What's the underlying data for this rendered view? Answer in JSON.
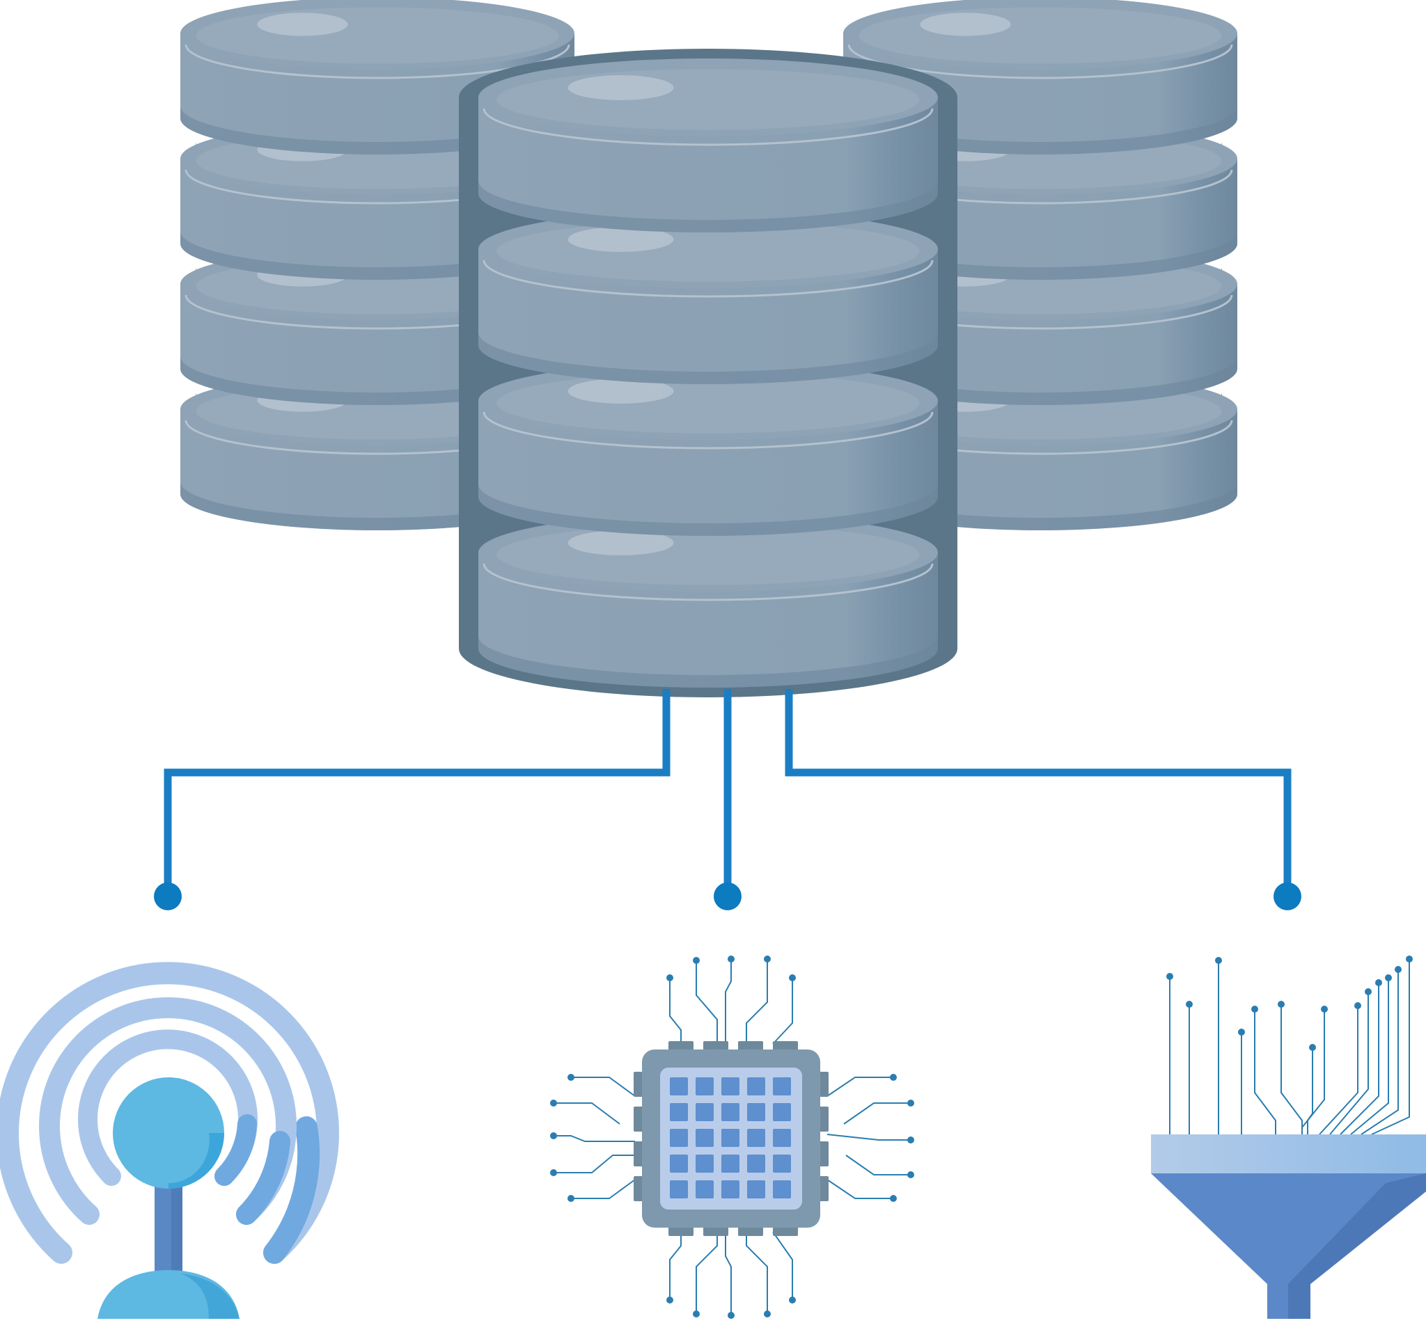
{
  "diagram": {
    "nodes": [
      {
        "id": "database-cluster",
        "icon": "database-stack-icon"
      },
      {
        "id": "wireless",
        "icon": "wireless-antenna-icon"
      },
      {
        "id": "processor",
        "icon": "cpu-chip-icon"
      },
      {
        "id": "filter",
        "icon": "data-funnel-icon"
      }
    ],
    "edges": [
      {
        "from": "database-cluster",
        "to": "wireless"
      },
      {
        "from": "database-cluster",
        "to": "processor"
      },
      {
        "from": "database-cluster",
        "to": "filter"
      }
    ]
  },
  "colors": {
    "disk_top": "#8ea3b5",
    "disk_side": "#7a93a8",
    "disk_dark": "#6c859a",
    "disk_highlight": "#b9c6d3",
    "ring": "#1f7fbc",
    "ring_light": "#2f93cf",
    "connector": "#1a7ec4",
    "wifi_light": "#a9c6ea",
    "wifi_mid": "#8fb6e3",
    "antenna_head": "#5db8e2",
    "antenna_pole": "#5a88c5",
    "chip_outer": "#7e99ad",
    "chip_inner": "#b9cdea",
    "chip_cell": "#5e8fcf",
    "funnel_top": "#aac6ea",
    "funnel_body": "#5b88c8",
    "funnel_shade": "#4c78b8",
    "trace": "#2a7db0"
  }
}
